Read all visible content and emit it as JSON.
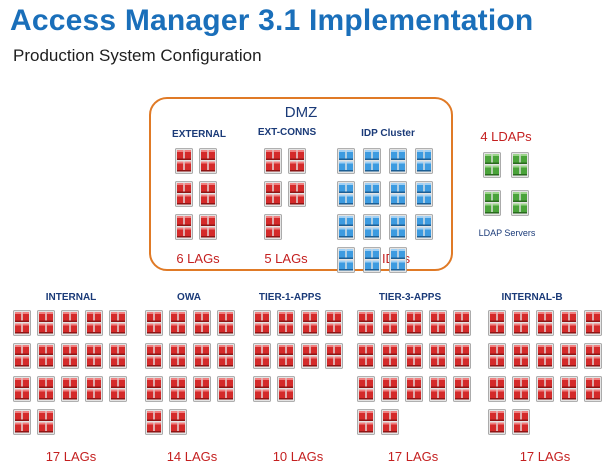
{
  "header": {
    "title": "Access Manager 3.1 Implementation",
    "subtitle": "Production System Configuration"
  },
  "dmz": {
    "label": "DMZ",
    "groups": [
      {
        "id": "external",
        "label": "EXTERNAL",
        "count_label": "6 LAGs",
        "servers": 6,
        "color": "red"
      },
      {
        "id": "ext-conns",
        "label": "EXT-CONNS",
        "count_label": "5 LAGs",
        "servers": 5,
        "color": "red"
      },
      {
        "id": "idp-cluster",
        "label": "IDP Cluster",
        "count_label": "15 IDPs",
        "servers": 15,
        "color": "blue"
      }
    ]
  },
  "ldap": {
    "count_label": "4 LDAPs",
    "label": "LDAP Servers",
    "servers": 4,
    "color": "green"
  },
  "bottom_groups": [
    {
      "id": "internal",
      "label": "INTERNAL",
      "count_label": "17 LAGs",
      "servers": 17
    },
    {
      "id": "owa",
      "label": "OWA",
      "count_label": "14 LAGs",
      "servers": 14
    },
    {
      "id": "tier-1-apps",
      "label": "TIER-1-APPS",
      "count_label": "10 LAGs",
      "servers": 10
    },
    {
      "id": "tier-3-apps",
      "label": "TIER-3-APPS",
      "count_label": "17 LAGs",
      "servers": 17
    },
    {
      "id": "internal-b",
      "label": "INTERNAL-B",
      "count_label": "17 LAGs",
      "servers": 17
    }
  ],
  "colors": {
    "title": "#1a6fba",
    "dmz_border": "#e07a26",
    "count_text": "#c41f1f",
    "label_text": "#1a3a78",
    "server_red": "#d42a2a",
    "server_blue": "#3d9be0",
    "server_green": "#4aa33a"
  }
}
